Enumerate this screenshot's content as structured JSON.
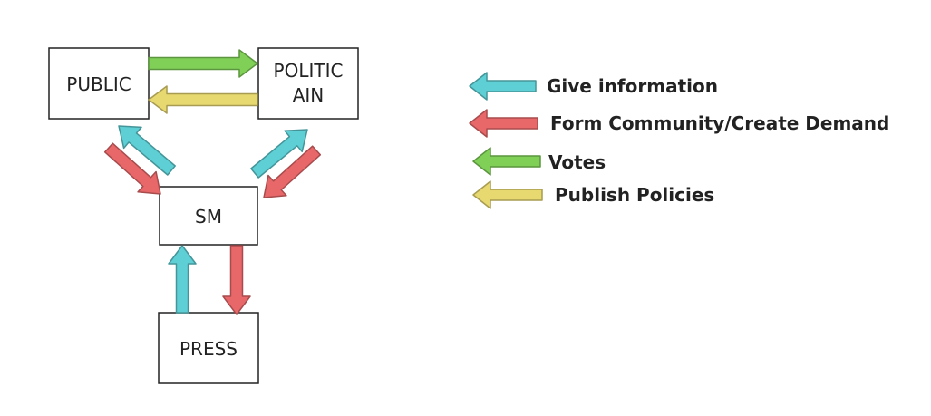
{
  "nodes": {
    "public": {
      "label": "PUBLIC"
    },
    "politician": {
      "label_line1": "POLITIC",
      "label_line2": "AIN"
    },
    "sm": {
      "label": "SM"
    },
    "press": {
      "label": "PRESS"
    }
  },
  "legend": [
    {
      "key": "give-information",
      "label": "Give information",
      "color": "#5ecfd4"
    },
    {
      "key": "form-community",
      "label": "Form Community/Create Demand",
      "color": "#e8686a"
    },
    {
      "key": "votes",
      "label": "Votes",
      "color": "#80d058"
    },
    {
      "key": "publish-policies",
      "label": "Publish Policies",
      "color": "#e8d870"
    }
  ],
  "colors": {
    "give_information": "#5ecfd4",
    "form_community": "#e8686a",
    "votes": "#80d058",
    "publish_policies": "#e8d870",
    "box_border": "#222222"
  }
}
